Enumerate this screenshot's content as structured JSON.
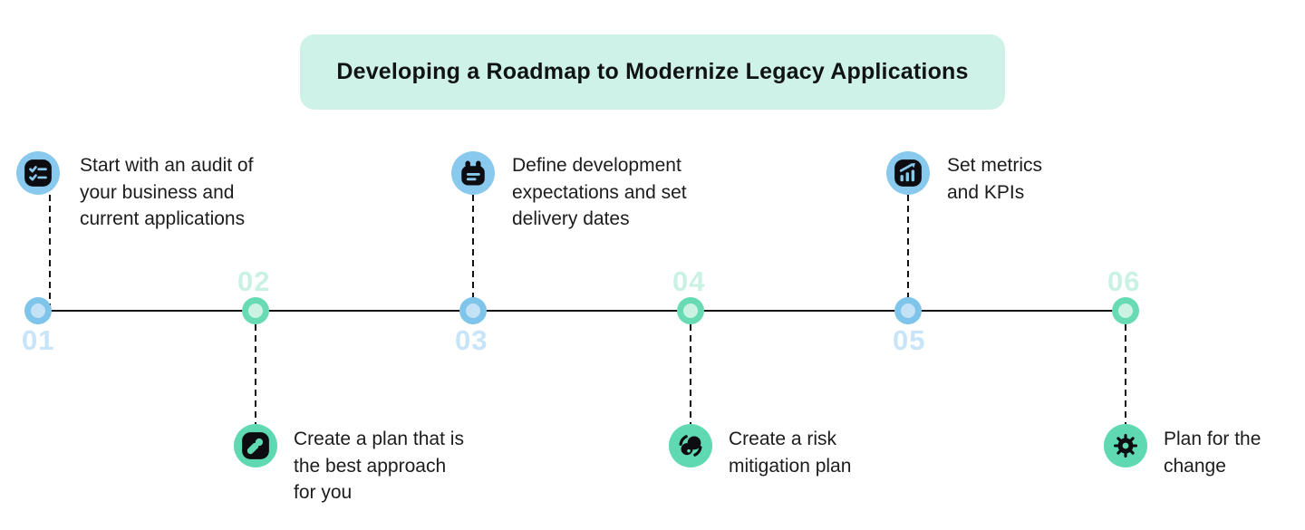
{
  "title": {
    "label": "Developing a Roadmap to Modernize Legacy Applications"
  },
  "colors": {
    "banner_bg": "#cef2e7",
    "accent_blue": "#8ac9ee",
    "accent_green": "#5fd9b2",
    "node_blue": "#7fc4ea",
    "node_green": "#68dab4",
    "number_blue": "#c8e4f8",
    "number_green": "#c9f2e3",
    "glyph_black": "#0c0c11",
    "body_text": "#1c1c1c"
  },
  "steps": [
    {
      "number": "01",
      "icon": "checklist-icon",
      "text": "Start with an audit of\nyour business and\ncurrent applications"
    },
    {
      "number": "02",
      "icon": "pen-icon",
      "text": "Create a plan that is\nthe best approach\nfor you"
    },
    {
      "number": "03",
      "icon": "notepad-icon",
      "text": "Define development\nexpectations and set\ndelivery dates"
    },
    {
      "number": "04",
      "icon": "sync-icon",
      "text": "Create a risk\nmitigation plan"
    },
    {
      "number": "05",
      "icon": "metrics-chart-icon",
      "text": "Set metrics\nand KPIs"
    },
    {
      "number": "06",
      "icon": "gear-icon",
      "text": "Plan for the\nchange"
    }
  ]
}
